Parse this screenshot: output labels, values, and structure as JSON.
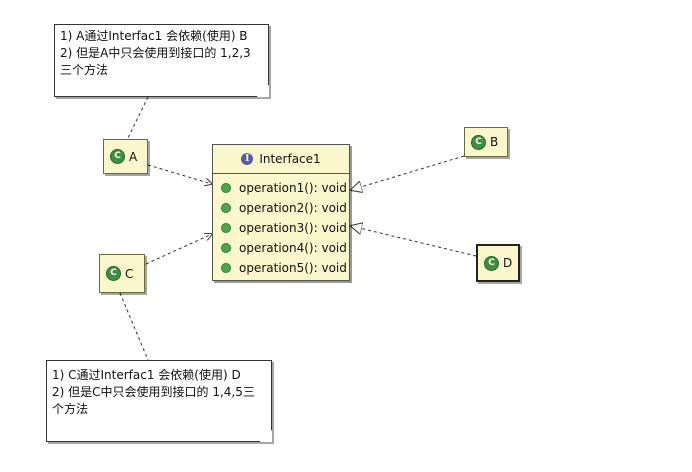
{
  "notes": {
    "a": {
      "lines": [
        "1) A通过Interfac1 会依赖(使用) B",
        "2) 但是A中只会使用到接口的 1,2,3",
        "三个方法"
      ]
    },
    "c": {
      "lines": [
        "1) C通过Interfac1 会依赖(使用) D",
        "2) 但是C中只会使用到接口的 1,4,5三",
        "个方法"
      ]
    }
  },
  "classes": {
    "a": {
      "icon": "class-icon",
      "label": "A"
    },
    "b": {
      "icon": "class-icon",
      "label": "B"
    },
    "c": {
      "icon": "class-icon",
      "label": "C"
    },
    "d": {
      "icon": "class-icon",
      "label": "D"
    }
  },
  "interface": {
    "icon": "interface-icon",
    "name": "Interface1",
    "operations": [
      "operation1(): void",
      "operation2(): void",
      "operation3(): void",
      "operation4(): void",
      "operation5(): void"
    ]
  },
  "colors": {
    "class_fill": "#fbf7cc",
    "class_icon": "#3f8f3f",
    "interface_icon": "#5a5a9e",
    "operation_dot": "#4da64d"
  }
}
